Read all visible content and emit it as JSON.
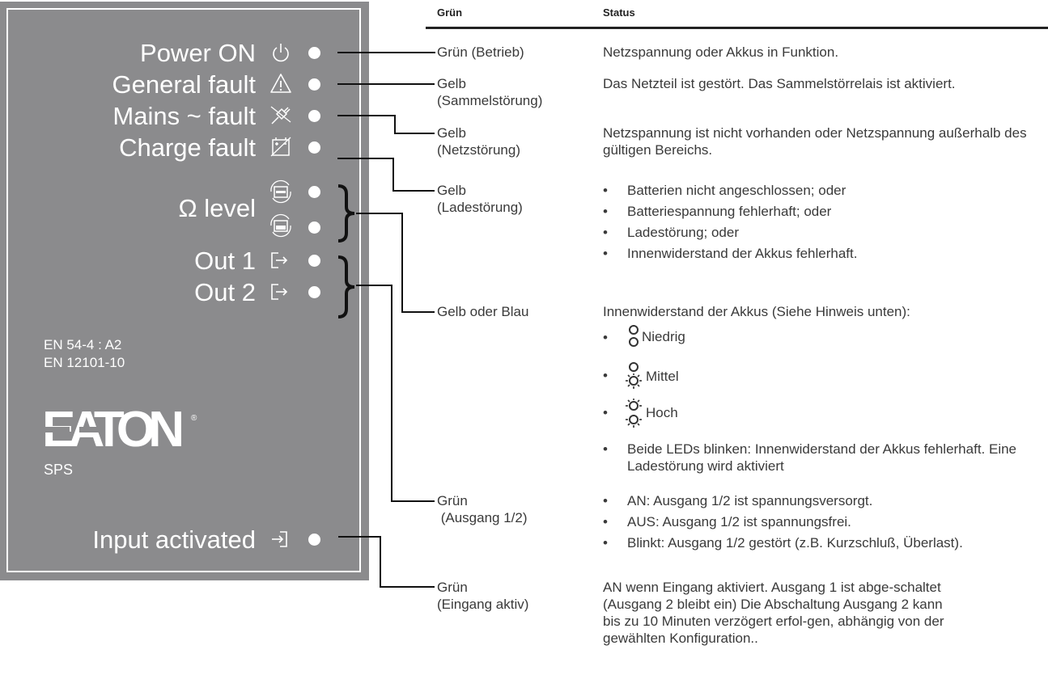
{
  "panel": {
    "power_on": "Power ON",
    "general_fault": "General fault",
    "mains_fault": "Mains ~ fault",
    "charge_fault": "Charge fault",
    "omega_level": "Ω level",
    "out1": "Out 1",
    "out2": "Out 2",
    "standard1": "EN 54-4 : A2",
    "standard2": "EN 12101-10",
    "brand": "EATON",
    "brand_mark": "®",
    "product": "SPS",
    "input_activated": "Input activated"
  },
  "table": {
    "col1_header": "Grün",
    "col2_header": "Status",
    "rows": [
      {
        "color": "Grün (Betrieb)",
        "status": "Netzspannung oder Akkus in Funktion."
      },
      {
        "color_line1": "Gelb",
        "color_line2": "(Sammelstörung)",
        "status": "Das Netzteil ist gestört. Das Sammelstörrelais ist aktiviert."
      },
      {
        "color_line1": "Gelb",
        "color_line2": "(Netzstörung)",
        "status": "Netzspannung ist nicht vorhanden oder Netzspannung außerhalb des gültigen Bereichs."
      },
      {
        "color_line1": "Gelb",
        "color_line2": "(Ladestörung)",
        "bullets": [
          "Batterien nicht angeschlossen; oder",
          "Batteriespannung fehlerhaft; oder",
          "Ladestörung; oder",
          "Innenwiderstand der Akkus fehlerhaft."
        ]
      },
      {
        "color": "Gelb oder Blau",
        "status": "Innenwiderstand der Akkus (Siehe Hinweis unten):",
        "levels": [
          "Niedrig",
          "Mittel",
          "Hoch"
        ],
        "last_bullet": "Beide LEDs blinken: Innenwiderstand der Akkus fehlerhaft. Eine Ladestörung wird aktiviert"
      },
      {
        "color_line1": "Grün",
        "color_line2": " (Ausgang 1/2)",
        "bullets": [
          "AN: Ausgang 1/2 ist spannungsversorgt.",
          "AUS: Ausgang 1/2 ist spannungsfrei.",
          "Blinkt: Ausgang 1/2 gestört (z.B. Kurzschluß, Überlast)."
        ]
      },
      {
        "color_line1": "Grün",
        "color_line2": "(Eingang aktiv)",
        "status": "AN wenn Eingang aktiviert. Ausgang 1 ist abge-schaltet (Ausgang 2 bleibt ein) Die Abschaltung Ausgang 2 kann bis zu 10 Minuten verzögert erfol-gen, abhängig von der gewählten Konfiguration.."
      }
    ]
  }
}
